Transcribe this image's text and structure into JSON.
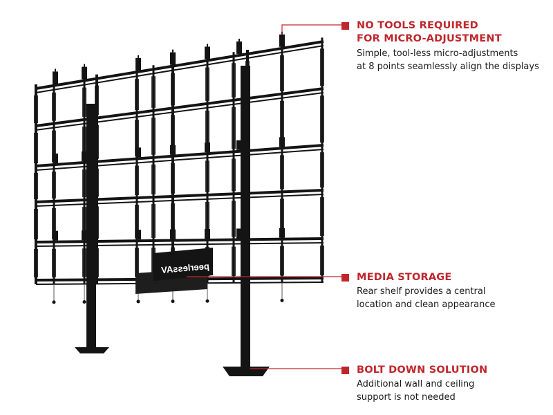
{
  "colors": {
    "accent": "#c0272d",
    "frame": "#141414",
    "text": "#1a1a1a"
  },
  "brand_plate_text": "peerlessAV",
  "callouts": [
    {
      "title_lines": [
        "NO TOOLS REQUIRED",
        "FOR MICRO-ADJUSTMENT"
      ],
      "desc_lines": [
        "Simple, tool-less micro-adjustments",
        "at 8 points seamlessly align the displays"
      ],
      "marker_icon": "square-bullet-icon"
    },
    {
      "title_lines": [
        "MEDIA STORAGE"
      ],
      "desc_lines": [
        "Rear shelf provides a central",
        "location and clean appearance"
      ],
      "marker_icon": "square-bullet-icon"
    },
    {
      "title_lines": [
        "BOLT DOWN SOLUTION"
      ],
      "desc_lines": [
        "Additional wall and ceiling",
        "support is not needed"
      ],
      "marker_icon": "square-bullet-icon"
    }
  ]
}
